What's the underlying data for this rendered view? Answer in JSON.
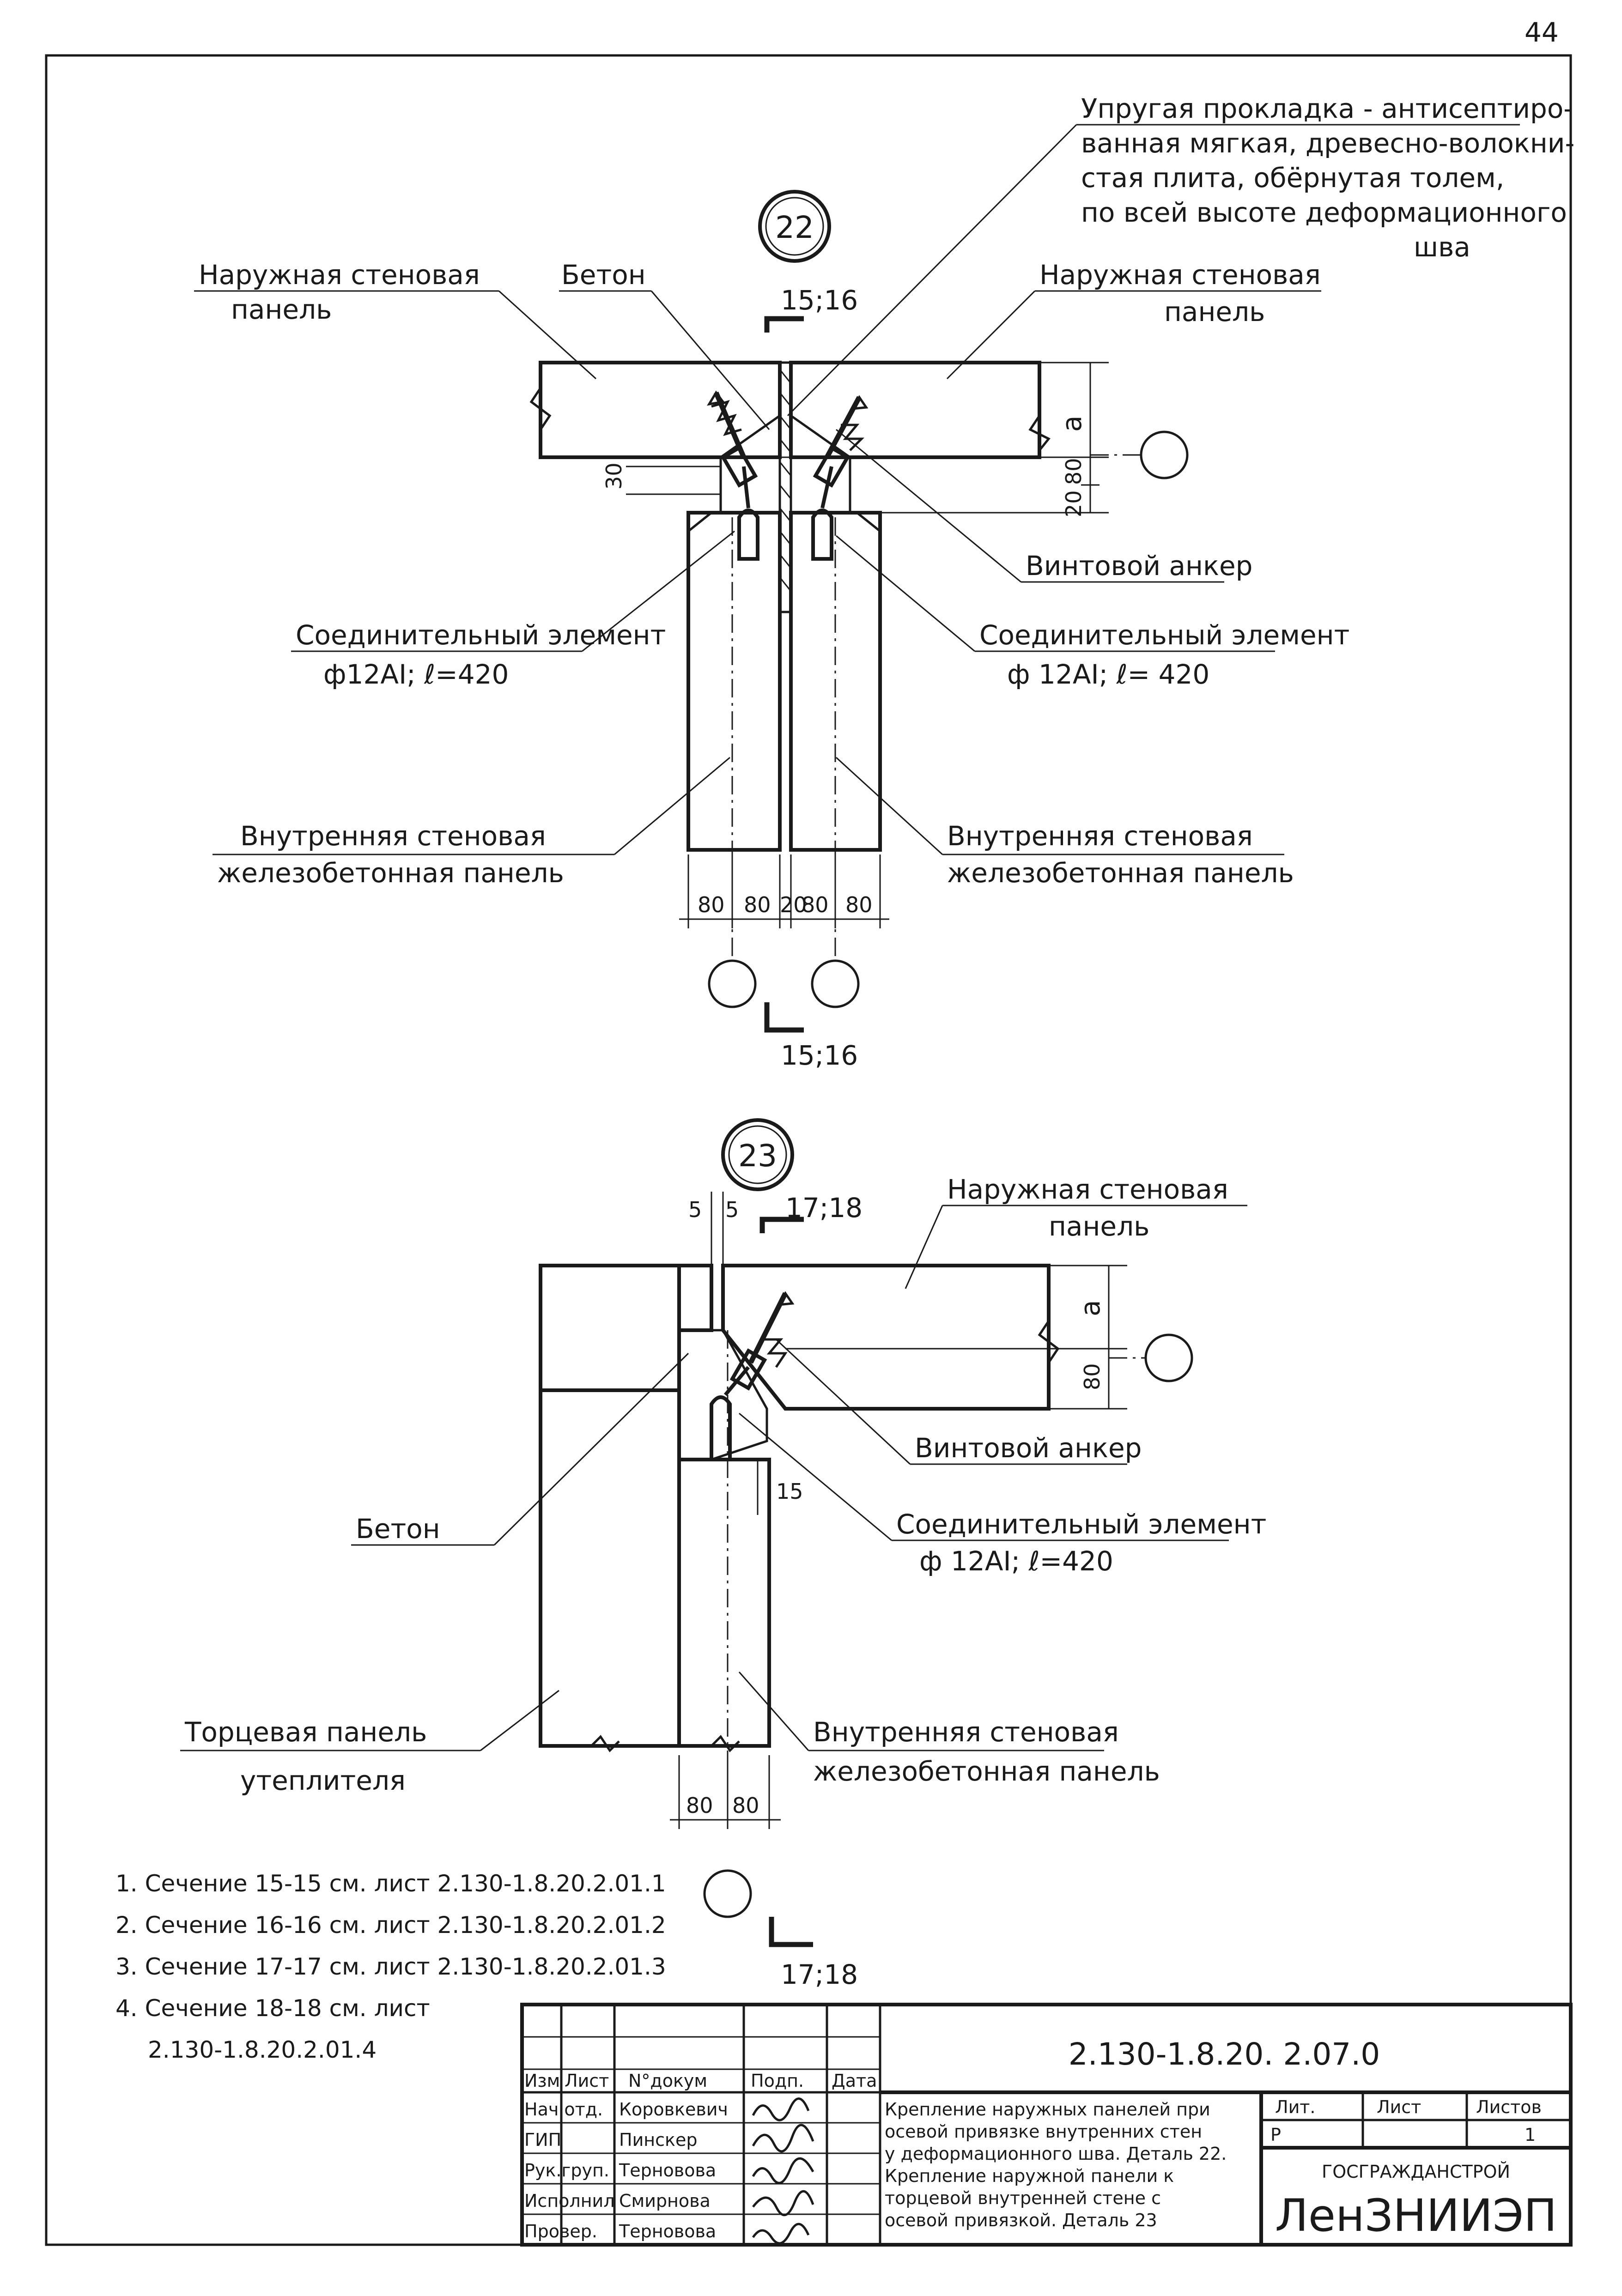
{
  "sheet": {
    "page_number": "44",
    "drawing_code": "2.130-1.8.20. 2.07.0"
  },
  "detail22": {
    "marker": "22",
    "section_top": "15;16",
    "section_bottom": "15;16",
    "labels": {
      "outer_panel_left_1": "Наружная стеновая",
      "outer_panel_left_2": "панель",
      "concrete": "Бетон",
      "outer_panel_right_1": "Наружная стеновая",
      "outer_panel_right_2": "панель",
      "gasket_1": "Упругая прокладка - антисептиро-",
      "gasket_2": "ванная мягкая, древесно-волокни-",
      "gasket_3": "стая плита, обёрнутая толем,",
      "gasket_4": "по всей высоте деформационного",
      "gasket_5": "шва",
      "screw_anchor": "Винтовой анкер",
      "connector_left_1": "Соединительный элемент",
      "connector_left_2": "ф12АI; ℓ=420",
      "connector_right_1": "Соединительный элемент",
      "connector_right_2": "ф 12АI; ℓ= 420",
      "inner_panel_left_1": "Внутренняя стеновая",
      "inner_panel_left_2": "железобетонная панель",
      "inner_panel_right_1": "Внутренняя стеновая",
      "inner_panel_right_2": "железобетонная панель"
    },
    "dims": {
      "a": "a",
      "d80": "80",
      "d20": "20",
      "d30": "30",
      "bottom": [
        "80",
        "80",
        "20",
        "80",
        "80"
      ]
    }
  },
  "detail23": {
    "marker": "23",
    "section_top": "17;18",
    "section_bottom": "17;18",
    "labels": {
      "outer_panel_1": "Наружная стеновая",
      "outer_panel_2": "панель",
      "screw_anchor": "Винтовой анкер",
      "concrete": "Бетон",
      "connector_1": "Соединительный элемент",
      "connector_2": "ф 12АI; ℓ=420",
      "end_panel_1": "Торцевая панель",
      "end_panel_2": "утеплителя",
      "inner_panel_1": "Внутренняя стеновая",
      "inner_panel_2": "железобетонная панель"
    },
    "dims": {
      "d5a": "5",
      "d5b": "5",
      "a": "a",
      "d80": "80",
      "d15": "15",
      "bottom": [
        "80",
        "80"
      ]
    }
  },
  "notes": [
    "1. Сечение 15-15 см. лист 2.130-1.8.20.2.01.1",
    "2. Сечение 16-16 см. лист 2.130-1.8.20.2.01.2",
    "3. Сечение 17-17 см. лист 2.130-1.8.20.2.01.3",
    "4. Сечение 18-18 см. лист",
    "2.130-1.8.20.2.01.4"
  ],
  "titleblock": {
    "headers": [
      "Изм",
      "Лист",
      "N°докум",
      "Подп.",
      "Дата"
    ],
    "rows": [
      {
        "role": "Нач.отд.",
        "name": "Коровкевич"
      },
      {
        "role": "ГИП",
        "name": "Пинскер"
      },
      {
        "role": "Рук.груп.",
        "name": "Терновова"
      },
      {
        "role": "Исполнил",
        "name": "Смирнова"
      },
      {
        "role": "Провер.",
        "name": "Терновова"
      }
    ],
    "description": [
      "Крепление наружных панелей при",
      "осевой привязке внутренних стен",
      "у деформационного шва. Деталь 22.",
      "Крепление наружной панели к",
      "торцевой внутренней стене с",
      "осевой привязкой. Деталь 23"
    ],
    "stage_header": "Лит.",
    "sheet_header": "Лист",
    "sheets_header": "Листов",
    "stage": "Р",
    "sheet_no": "",
    "sheets_total": "1",
    "org_top": "ГОСГРАЖДАНСТРОЙ",
    "org_main": "ЛенЗНИИЭП"
  }
}
